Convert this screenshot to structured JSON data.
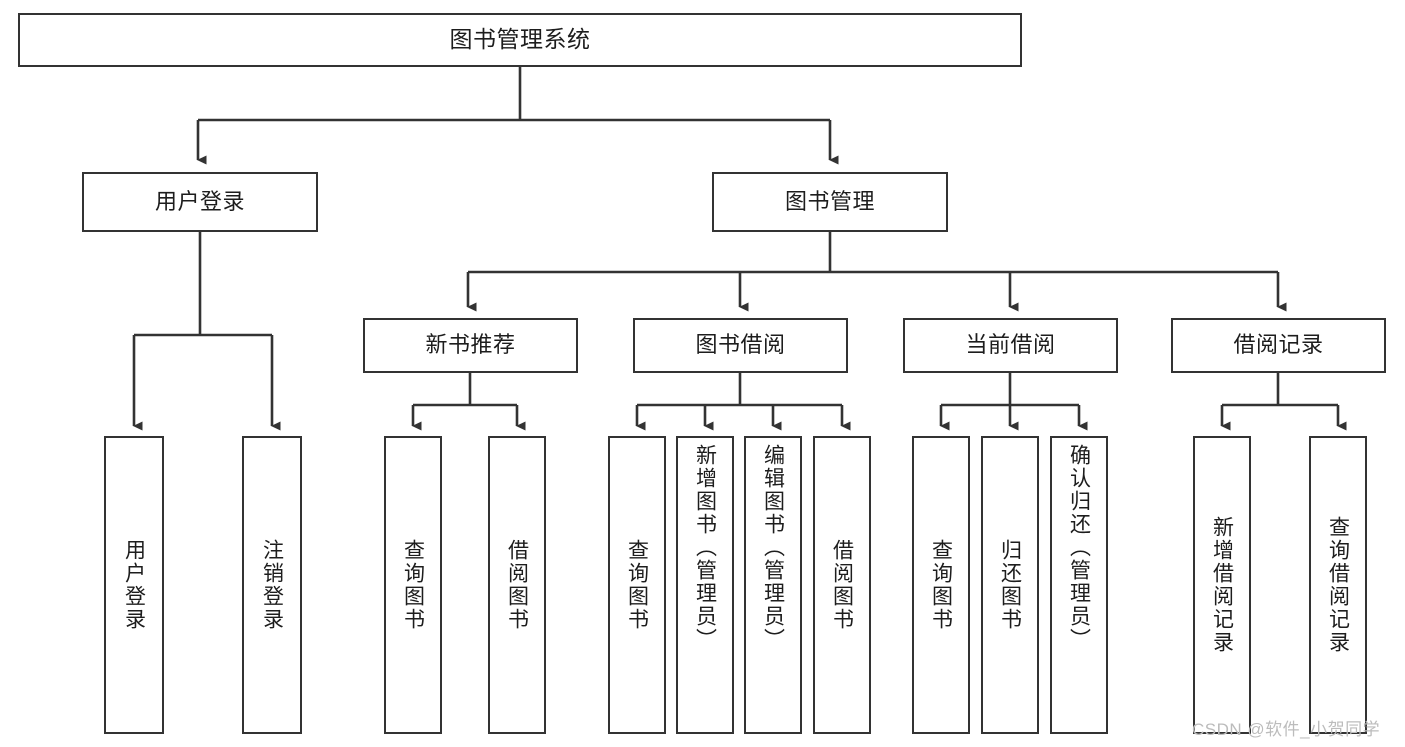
{
  "diagram": {
    "title": "图书管理系统",
    "type": "tree",
    "root": {
      "id": "root",
      "label": "图书管理系统"
    },
    "level1": [
      {
        "id": "user-login",
        "label": "用户登录"
      },
      {
        "id": "book-management",
        "label": "图书管理"
      }
    ],
    "level2": [
      {
        "id": "new-book-recommend",
        "label": "新书推荐",
        "parent": "book-management"
      },
      {
        "id": "book-borrow",
        "label": "图书借阅",
        "parent": "book-management"
      },
      {
        "id": "current-borrow",
        "label": "当前借阅",
        "parent": "book-management"
      },
      {
        "id": "borrow-record",
        "label": "借阅记录",
        "parent": "book-management"
      }
    ],
    "leaves": [
      {
        "id": "leaf-user-login",
        "label": "用户登录",
        "parent": "user-login"
      },
      {
        "id": "leaf-logout-login",
        "label": "注销登录",
        "parent": "user-login"
      },
      {
        "id": "leaf-query-book-1",
        "label": "查询图书",
        "parent": "new-book-recommend"
      },
      {
        "id": "leaf-borrow-book-1",
        "label": "借阅图书",
        "parent": "new-book-recommend"
      },
      {
        "id": "leaf-query-book-2",
        "label": "查询图书",
        "parent": "book-borrow"
      },
      {
        "id": "leaf-add-book",
        "label": "新增图书（管理员）",
        "parent": "book-borrow"
      },
      {
        "id": "leaf-edit-book",
        "label": "编辑图书（管理员）",
        "parent": "book-borrow"
      },
      {
        "id": "leaf-borrow-book-2",
        "label": "借阅图书",
        "parent": "book-borrow"
      },
      {
        "id": "leaf-query-book-3",
        "label": "查询图书",
        "parent": "current-borrow"
      },
      {
        "id": "leaf-return-book",
        "label": "归还图书",
        "parent": "current-borrow"
      },
      {
        "id": "leaf-confirm-return",
        "label": "确认归还（管理员）",
        "parent": "current-borrow"
      },
      {
        "id": "leaf-add-record",
        "label": "新增借阅记录",
        "parent": "borrow-record"
      },
      {
        "id": "leaf-query-record",
        "label": "查询借阅记录",
        "parent": "borrow-record"
      }
    ]
  },
  "watermark": {
    "text": "CSDN @软件_小贺同学"
  },
  "colors": {
    "stroke": "#333333",
    "node_fill": "#ffffff",
    "text": "#1d1d1d",
    "watermark": "#bcbcbc",
    "background": "#ffffff"
  }
}
